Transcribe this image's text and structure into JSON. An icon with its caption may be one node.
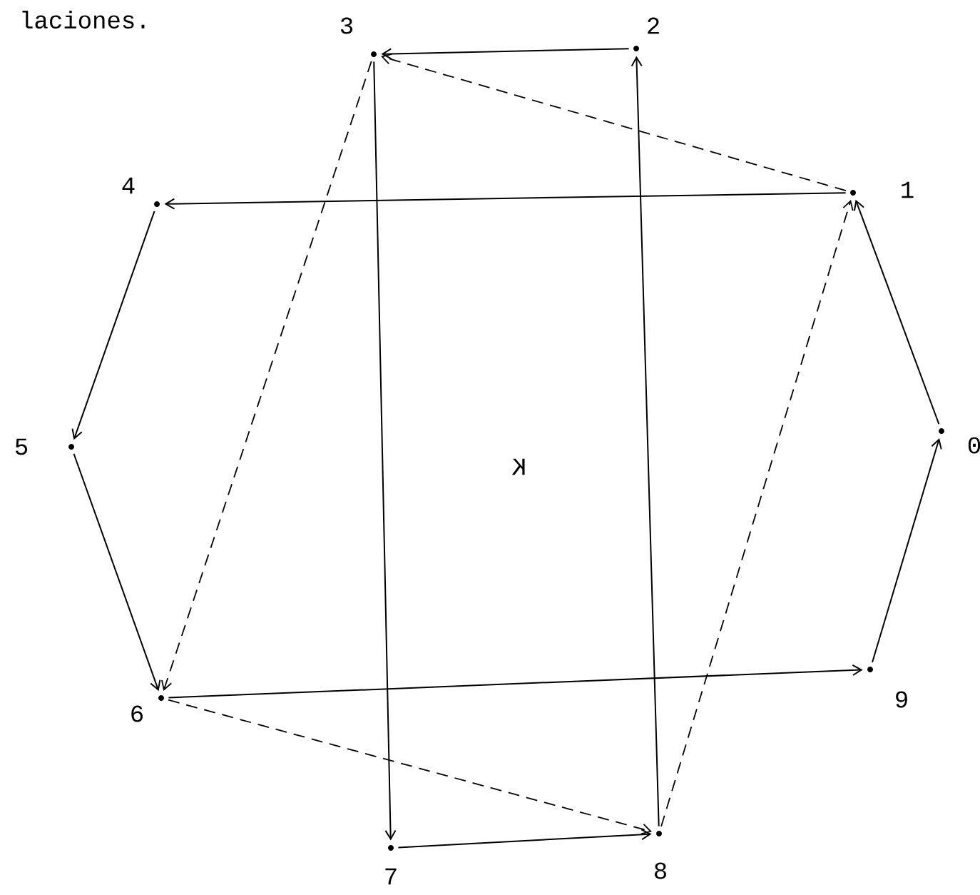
{
  "diagram": {
    "nodes": [
      {
        "text": [
          "0"
        ]
      },
      {
        "text": [
          "1"
        ]
      },
      {
        "text": [
          "2"
        ]
      },
      {
        "text": [
          "3"
        ]
      },
      {
        "text": [
          "4"
        ]
      },
      {
        "text": [
          "5"
        ]
      },
      {
        "text": [
          "6"
        ]
      },
      {
        "text": [
          "7"
        ]
      },
      {
        "text": [
          "8"
        ]
      },
      {
        "text": [
          "9"
        ]
      }
    ],
    "edges": [
      {
        "from": 2,
        "to": 3,
        "arrow": "to"
      },
      {
        "from": 1,
        "to": 3,
        "arrow": "to",
        "style": "dashed"
      },
      {
        "from": 1,
        "to": 4,
        "arrow": "to"
      },
      {
        "from": 4,
        "to": 5,
        "arrow": "to"
      },
      {
        "from": 5,
        "to": 6,
        "arrow": "to"
      },
      {
        "from": 3,
        "to": 6,
        "arrow": "to",
        "style": "dashed"
      },
      {
        "from": 3,
        "to": 7,
        "arrow": "to"
      },
      {
        "from": 8,
        "to": 2,
        "arrow": "to"
      },
      {
        "from": 8,
        "to": 1,
        "arrow": "to",
        "style": "dashed"
      },
      {
        "from": 0,
        "to": 1,
        "arrow": "to"
      },
      {
        "from": 9,
        "to": 0,
        "arrow": "to"
      },
      {
        "from": 6,
        "to": 9,
        "arrow": "to"
      },
      {
        "from": 6,
        "to": 8,
        "arrow": "to",
        "style": "dashed"
      },
      {
        "from": 7,
        "to": 8,
        "arrow": "to"
      }
    ],
    "labels": [
      "laciones.",
      "K"
    ]
  }
}
